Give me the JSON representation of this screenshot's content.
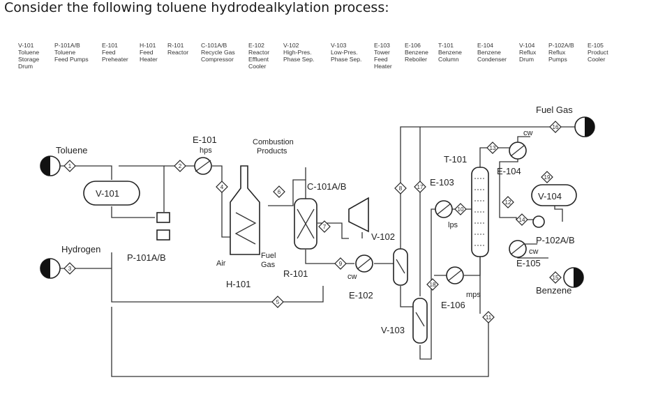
{
  "question": "Consider the following toluene hydrodealkylation process:",
  "legend": [
    {
      "tag": "V-101",
      "desc": [
        "Toluene",
        "Storage",
        "Drum"
      ]
    },
    {
      "tag": "P-101A/B",
      "desc": [
        "Toluene",
        "Feed Pumps"
      ]
    },
    {
      "tag": "E-101",
      "desc": [
        "Feed",
        "Preheater"
      ]
    },
    {
      "tag": "H-101",
      "desc": [
        "Feed",
        "Heater"
      ]
    },
    {
      "tag": "R-101",
      "desc": [
        "Reactor"
      ]
    },
    {
      "tag": "C-101A/B",
      "desc": [
        "Recycle Gas",
        "Compressor"
      ]
    },
    {
      "tag": "E-102",
      "desc": [
        "Reactor",
        "Effluent",
        "Cooler"
      ]
    },
    {
      "tag": "V-102",
      "desc": [
        "High-Pres.",
        "Phase Sep."
      ]
    },
    {
      "tag": "V-103",
      "desc": [
        "Low-Pres.",
        "Phase Sep."
      ]
    },
    {
      "tag": "E-103",
      "desc": [
        "Tower",
        "Feed",
        "Heater"
      ]
    },
    {
      "tag": "E-106",
      "desc": [
        "Benzene",
        "Reboiler"
      ]
    },
    {
      "tag": "T-101",
      "desc": [
        "Benzene",
        "Column"
      ]
    },
    {
      "tag": "E-104",
      "desc": [
        "Benzene",
        "Condenser"
      ]
    },
    {
      "tag": "V-104",
      "desc": [
        "Reflux",
        "Drum"
      ]
    },
    {
      "tag": "P-102A/B",
      "desc": [
        "Reflux",
        "Pumps"
      ]
    },
    {
      "tag": "E-105",
      "desc": [
        "Product",
        "Cooler"
      ]
    }
  ],
  "labels": {
    "toluene": "Toluene",
    "hydrogen": "Hydrogen",
    "v101": "V-101",
    "p101": "P-101A/B",
    "e101": "E-101",
    "hps": "hps",
    "combustion": [
      "Combustion",
      "Products"
    ],
    "air": "Air",
    "fuel_gas_in": [
      "Fuel",
      "Gas"
    ],
    "h101": "H-101",
    "r101": "R-101",
    "c101": "C-101A/B",
    "cw_e102": "cw",
    "e102": "E-102",
    "v102": "V-102",
    "v103": "V-103",
    "t101": "T-101",
    "e103": "E-103",
    "lps": "lps",
    "e104": "E-104",
    "cw_e104": "cw",
    "v104": "V-104",
    "p102": "P-102A/B",
    "cw_e105": "cw",
    "e105": "E-105",
    "mps": "mps",
    "e106": "E-106",
    "fuel_gas": "Fuel Gas",
    "benzene": "Benzene"
  },
  "streams": [
    "1",
    "2",
    "3",
    "4",
    "5",
    "6",
    "7",
    "8",
    "9",
    "10",
    "11",
    "12",
    "13",
    "14",
    "15",
    "16",
    "17",
    "18",
    "19"
  ]
}
